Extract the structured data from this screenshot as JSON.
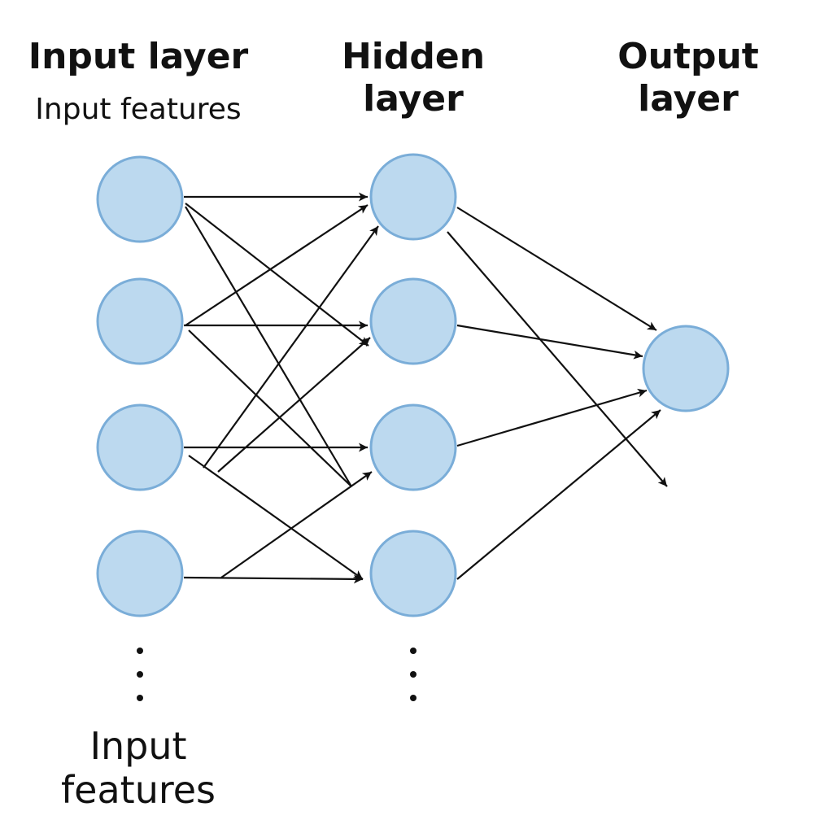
{
  "headings": {
    "input": "Input layer",
    "input_sub": "Input features",
    "hidden_line1": "Hidden",
    "hidden_line2": "layer",
    "output_line1": "Output",
    "output_line2": "layer"
  },
  "footer": {
    "line1": "Input",
    "line2": "features"
  },
  "colors": {
    "node_fill": "#bcd9ef",
    "node_stroke": "#7aadd8",
    "edge": "#111111"
  }
}
